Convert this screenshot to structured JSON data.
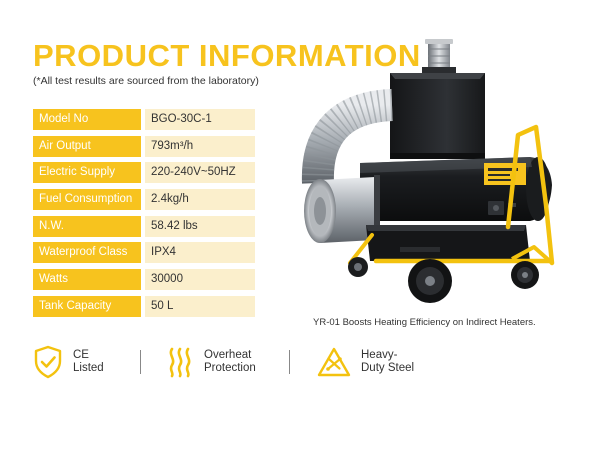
{
  "header": {
    "title": "PRODUCT INFORMATION",
    "subtitle": "(*All test results are sourced from the laboratory)"
  },
  "specs": [
    {
      "label": "Model No",
      "value": "BGO-30C-1"
    },
    {
      "label": "Air Output",
      "value": "793m³/h"
    },
    {
      "label": "Electric Supply",
      "value": "220-240V~50HZ"
    },
    {
      "label": "Fuel Consumption",
      "value": "2.4kg/h"
    },
    {
      "label": "N.W.",
      "value": "58.42 lbs"
    },
    {
      "label": "Waterproof Class",
      "value": "IPX4"
    },
    {
      "label": "Watts",
      "value": "30000"
    },
    {
      "label": "Tank Capacity",
      "value": "50 L"
    }
  ],
  "caption": "YR-01 Boosts Heating Efficiency on Indirect Heaters.",
  "features": [
    {
      "label": "CE\nListed",
      "icon": "shield-check-icon"
    },
    {
      "label": "Overheat\nProtection",
      "icon": "heat-waves-icon"
    },
    {
      "label": "Heavy-\nDuty Steel",
      "icon": "warning-triangle-icon"
    }
  ],
  "colors": {
    "accent": "#f7c31e",
    "value_background": "#fbefcc"
  }
}
